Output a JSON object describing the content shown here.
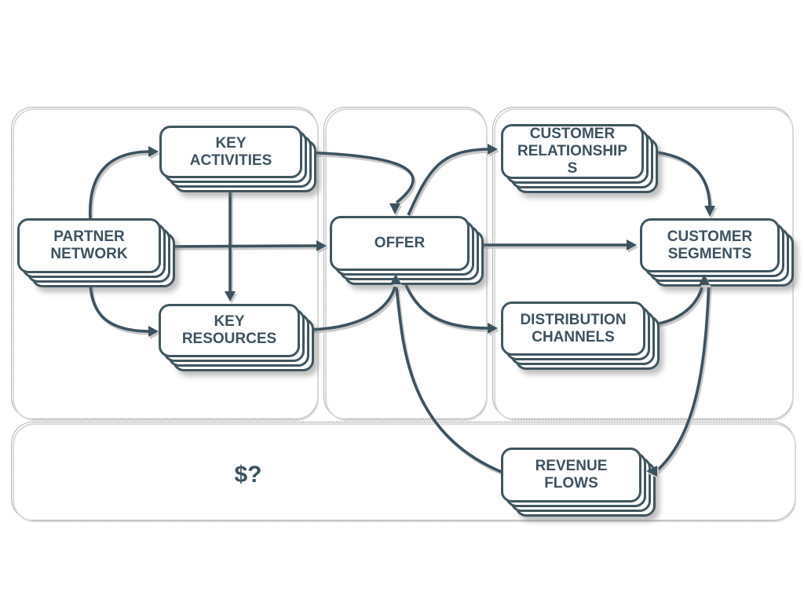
{
  "nodes": {
    "partner_network": {
      "lines": [
        "PARTNER",
        "NETWORK"
      ]
    },
    "key_activities": {
      "lines": [
        "KEY",
        "ACTIVITIES"
      ]
    },
    "key_resources": {
      "lines": [
        "KEY",
        "RESOURCES"
      ]
    },
    "offer": {
      "lines": [
        "OFFER"
      ]
    },
    "customer_relationships": {
      "lines": [
        "CUSTOMER",
        "RELATIONSHIP",
        "S"
      ]
    },
    "customer_segments": {
      "lines": [
        "CUSTOMER",
        "SEGMENTS"
      ]
    },
    "distribution_channels": {
      "lines": [
        "DISTRIBUTION",
        "CHANNELS"
      ]
    },
    "revenue_flows": {
      "lines": [
        "REVENUE",
        "FLOWS"
      ]
    }
  },
  "annotations": {
    "money_question": "$?"
  },
  "colors": {
    "ink": "#3c525f",
    "box_border": "#41565f",
    "arrow_shadow": "#c9c9c9",
    "panel_dotted": "#646464",
    "panel_inner": "#d9d9d9",
    "background": "#ffffff"
  }
}
